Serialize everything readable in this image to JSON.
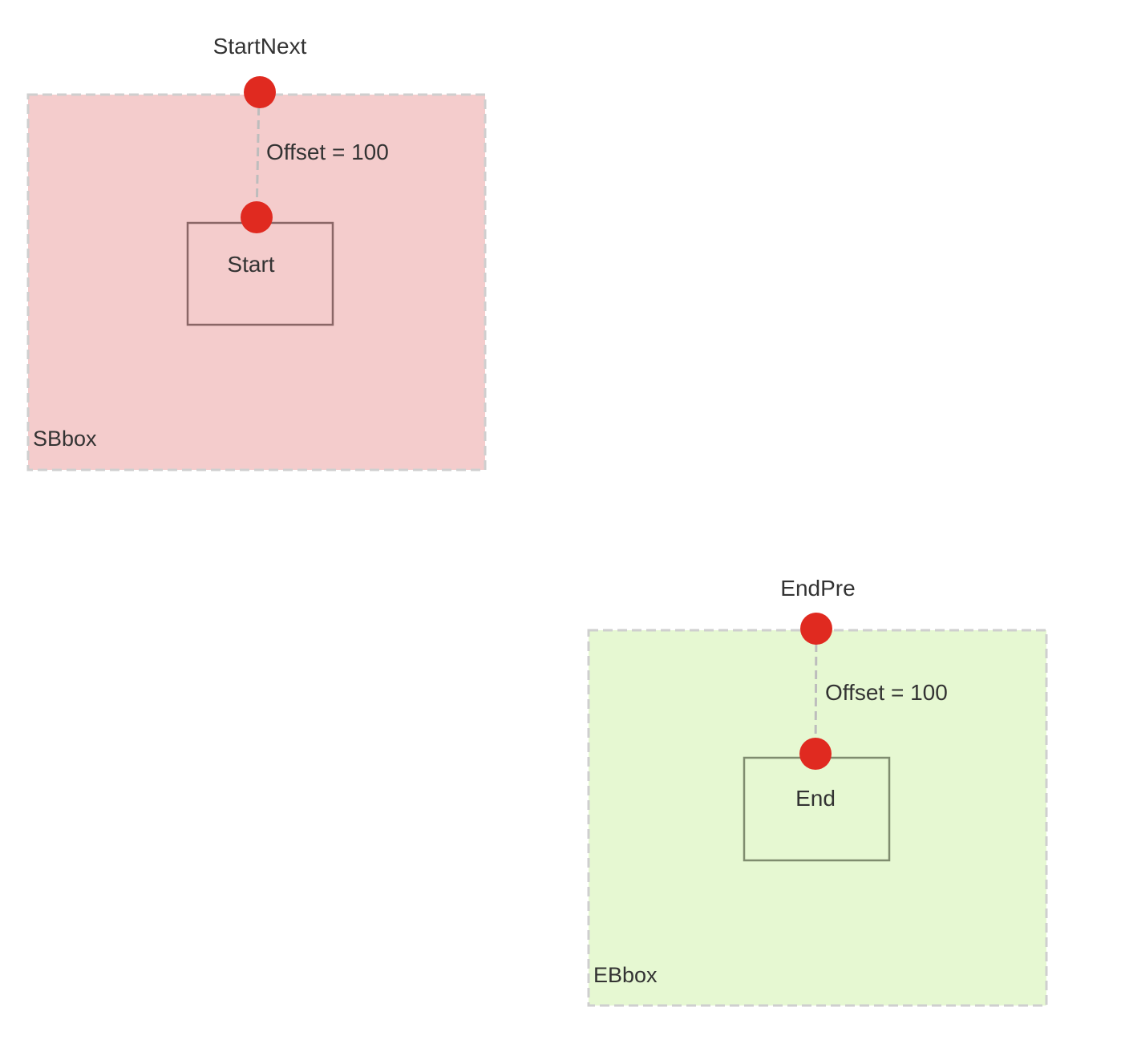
{
  "diagram": {
    "start_group": {
      "box_label": "SBbox",
      "box_color": "#f4cccc",
      "node_label": "Start",
      "anchor_label": "StartNext",
      "offset_label": "Offset = 100"
    },
    "end_group": {
      "box_label": "EBbox",
      "box_color": "#e6f8d2",
      "node_label": "End",
      "anchor_label": "EndPre",
      "offset_label": "Offset = 100"
    },
    "colors": {
      "point": "#e02a20",
      "dashed_border": "#cfcfcf",
      "start_node_border": "#8a6666",
      "end_node_border": "#7f8c6f",
      "text": "#333333"
    }
  }
}
